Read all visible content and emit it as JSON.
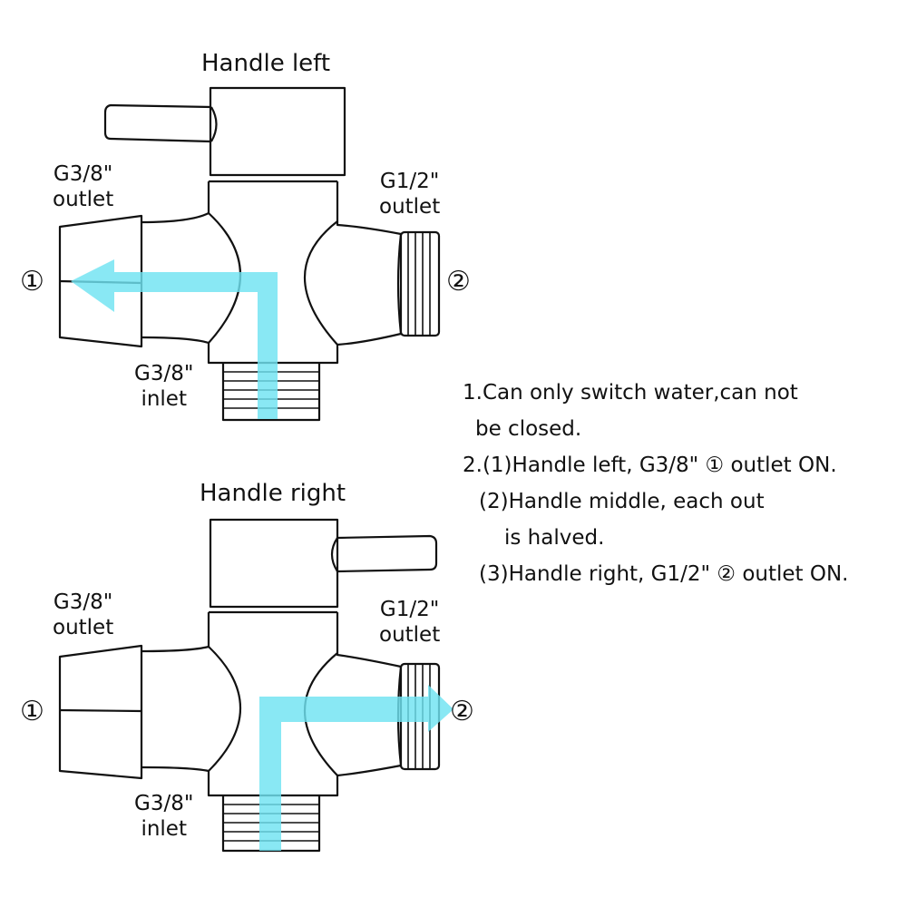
{
  "colors": {
    "flow": "#6fe3f2",
    "stroke": "#111111"
  },
  "diagrams": [
    {
      "title": "Handle left",
      "handle_position": "left",
      "outlet_left_size": "G3/8\"",
      "outlet_left_word": "outlet",
      "outlet_right_size": "G1/2\"",
      "outlet_right_word": "outlet",
      "inlet_size": "G3/8\"",
      "inlet_word": "inlet",
      "marker_left": "①",
      "marker_right": "②",
      "flow_to": "left"
    },
    {
      "title": "Handle right",
      "handle_position": "right",
      "outlet_left_size": "G3/8\"",
      "outlet_left_word": "outlet",
      "outlet_right_size": "G1/2\"",
      "outlet_right_word": "outlet",
      "inlet_size": "G3/8\"",
      "inlet_word": "inlet",
      "marker_left": "①",
      "marker_right": "②",
      "flow_to": "right"
    }
  ],
  "notes": [
    "1.Can only switch water,can not",
    "be closed.",
    "2.(1)Handle left, G3/8\" ① outlet ON.",
    "(2)Handle middle, each out",
    "is halved.",
    "(3)Handle right, G1/2\" ② outlet ON."
  ]
}
